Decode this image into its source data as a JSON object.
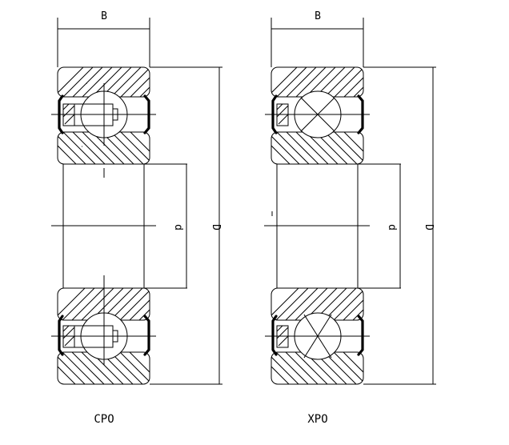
{
  "diagrams": [
    {
      "name": "CPO",
      "caption": "CPO",
      "dim_width": "B",
      "dim_bore": "d",
      "dim_outer": "D",
      "rolling_element": "ball"
    },
    {
      "name": "XPO",
      "caption": "XPO",
      "dim_width": "B",
      "dim_bore": "d",
      "dim_outer": "D",
      "rolling_element": "crossed-ball"
    }
  ],
  "colors": {
    "line": "#000000",
    "background": "#ffffff"
  }
}
